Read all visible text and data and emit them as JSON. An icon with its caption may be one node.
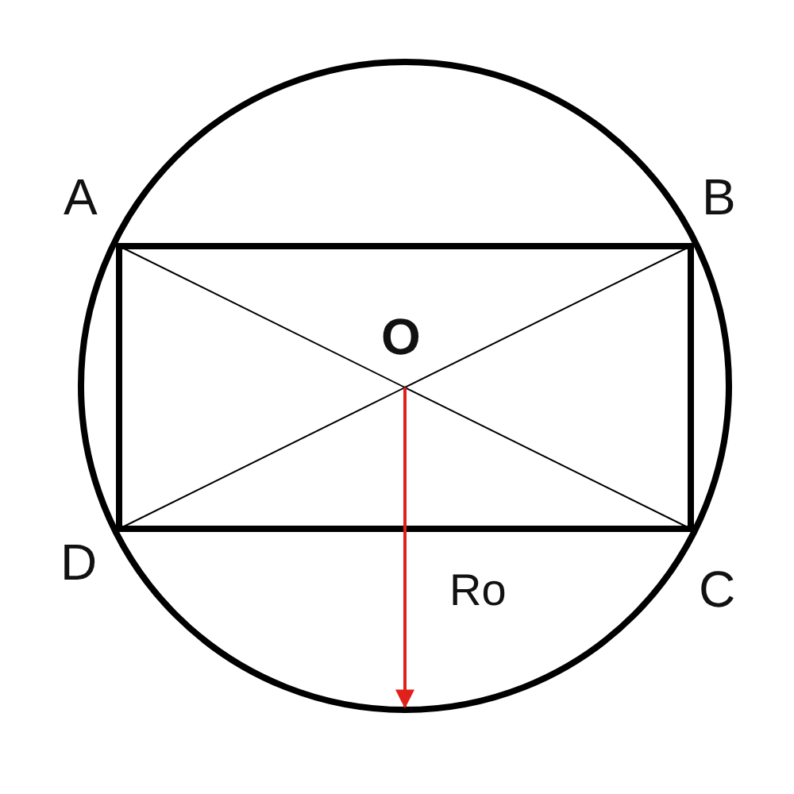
{
  "diagram": {
    "labels": [
      "A",
      "B",
      "O",
      "D",
      "C",
      "Ro"
    ]
  }
}
